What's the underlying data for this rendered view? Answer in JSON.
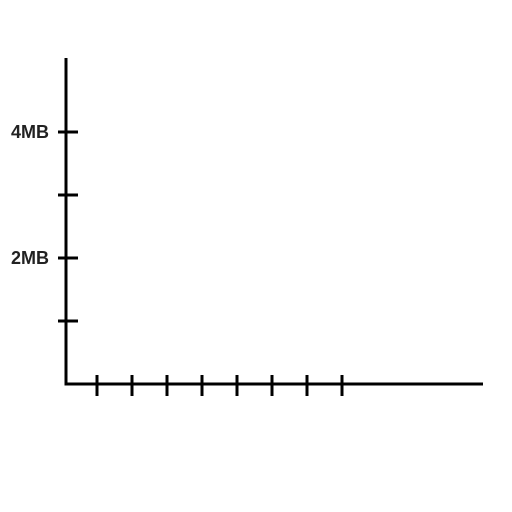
{
  "chart_data": {
    "type": "line",
    "title": "",
    "xlabel": "",
    "ylabel": "",
    "ylim": [
      0,
      5.2
    ],
    "y_ticks": [
      {
        "value": 1,
        "label": ""
      },
      {
        "value": 2,
        "label": "2MB"
      },
      {
        "value": 3,
        "label": ""
      },
      {
        "value": 4,
        "label": "4MB"
      }
    ],
    "x_ticks": [
      1,
      2,
      3,
      4,
      5,
      6,
      7,
      8
    ],
    "series": [],
    "grid": false,
    "legend": "none",
    "colors": {
      "axis": "#000000",
      "label": "#222222",
      "background": "#ffffff"
    }
  }
}
